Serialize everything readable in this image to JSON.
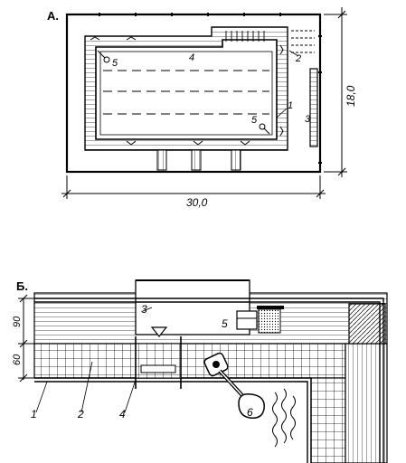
{
  "plan_a": {
    "label": "А.",
    "dim_width": "30,0",
    "dim_height": "18,0",
    "callouts": [
      "1",
      "2",
      "3",
      "4",
      "5",
      "5"
    ]
  },
  "plan_b": {
    "label": "Б.",
    "dim_upper": "90",
    "dim_lower": "60",
    "callouts": [
      "1",
      "2",
      "3",
      "4",
      "5",
      "6"
    ]
  }
}
